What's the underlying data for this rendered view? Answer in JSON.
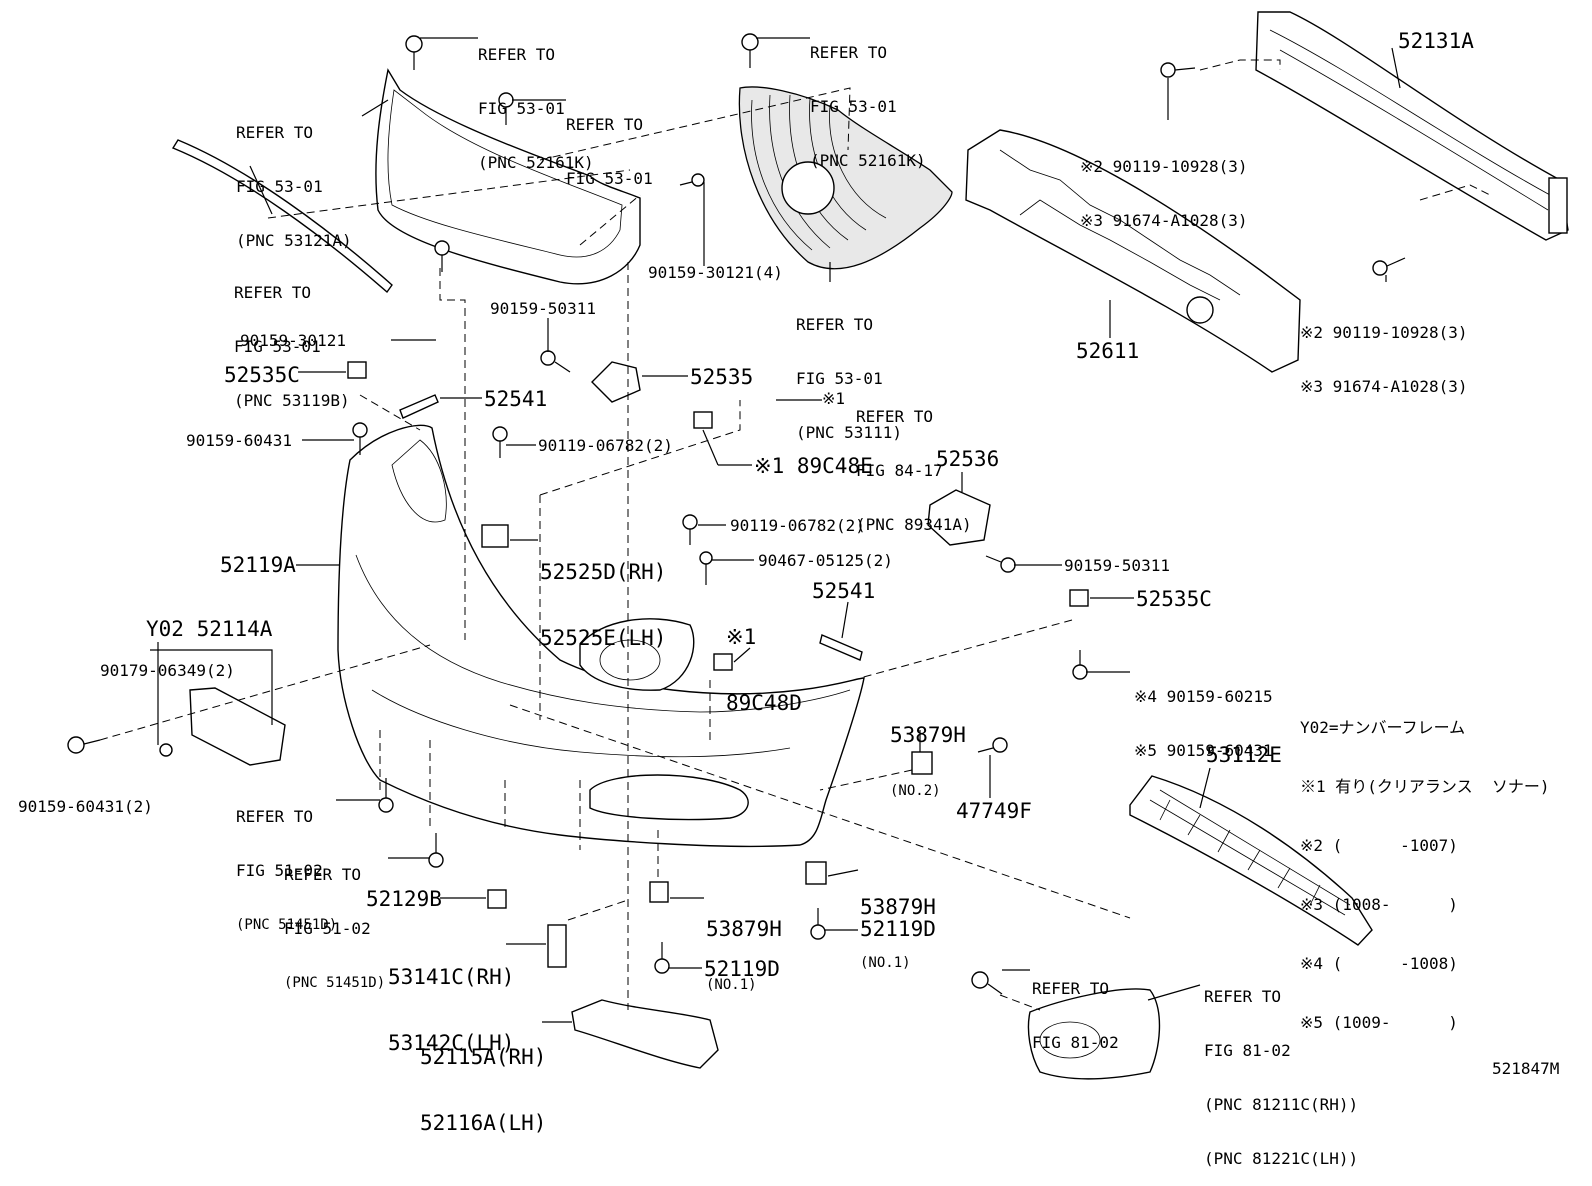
{
  "labels": {
    "ref_5301_k_top": [
      "REFER TO",
      "FIG 53-01",
      "(PNC 52161K)"
    ],
    "ref_5301_k_top2": [
      "REFER TO",
      "FIG 53-01",
      "(PNC 52161K)"
    ],
    "ref_5301_121a": [
      "REFER TO",
      "FIG 53-01",
      "(PNC 53121A)"
    ],
    "ref_5301_plain": [
      "REFER TO",
      "FIG 53-01"
    ],
    "ref_5301_119b": [
      "REFER TO",
      "FIG 53-01",
      "(PNC 53119B)"
    ],
    "ref_5301_111": [
      "REFER TO",
      "FIG 53-01",
      "(PNC 53111)"
    ],
    "ref_8417": [
      "REFER TO",
      "FIG 84-17",
      "(PNC 89341A)"
    ],
    "ref_5102_a": [
      "REFER TO",
      "FIG 51-02",
      "(PNC 51451D)"
    ],
    "ref_5102_b": [
      "REFER TO",
      "FIG 51-02",
      "(PNC 51451D)"
    ],
    "ref_8102_a": [
      "REFER TO",
      "FIG 81-02"
    ],
    "ref_8102_b": [
      "REFER TO",
      "FIG 81-02",
      "(PNC 81211C(RH))",
      "(PNC 81221C(LH))"
    ],
    "p52131A": "52131A",
    "bolt_top": [
      "※2 90119-10928(3)",
      "※3 91674-A1028(3)"
    ],
    "bolt_mid": [
      "※2 90119-10928(3)",
      "※3 91674-A1028(3)"
    ],
    "p52611": "52611",
    "p90159_30121_4": "90159-30121(4)",
    "p90159_50311_a": "90159-50311",
    "p90159_30121": "90159-30121",
    "p52535C_a": "52535C",
    "p52535": "52535",
    "p52541_a": "52541",
    "p90159_60431": "90159-60431",
    "p90119_06782_a": "90119-06782(2)",
    "p89C48E": "※1 89C48E",
    "p52536": "52536",
    "p52525": [
      "52525D(RH)",
      "52525E(LH)"
    ],
    "p90119_06782_b": "90119-06782(2)",
    "p90467": "90467-05125(2)",
    "p52119A": "52119A",
    "p90159_50311_b": "90159-50311",
    "p89C48D": [
      "※1",
      "89C48D"
    ],
    "p52541_b": "52541",
    "p52535C_b": "52535C",
    "p52114A": "Y02 52114A",
    "p90179": "90179-06349(2)",
    "p90159_60215": [
      "※4 90159-60215",
      "※5 90159-60431"
    ],
    "p53879H_no2": [
      "53879H",
      "(NO.2)"
    ],
    "legend": [
      "Y02=ナンバーフレーム",
      "※1 有り(クリアランス  ソナー)",
      "※2 (      -1007)",
      "※3 (1008-      )",
      "※4 (      -1008)",
      "※5 (1009-      )"
    ],
    "p90159_60431_2": "90159-60431(2)",
    "p47749F": "47749F",
    "p53112E": "53112E",
    "p52129B": "52129B",
    "p53879H_no1_a": [
      "53879H",
      "(NO.1)"
    ],
    "p53879H_no1_b": [
      "53879H",
      "(NO.1)"
    ],
    "p52119D_a": "52119D",
    "p53141C": [
      "53141C(RH)",
      "53142C(LH)"
    ],
    "p52119D_b": "52119D",
    "p52115A": [
      "52115A(RH)",
      "52116A(LH)"
    ],
    "figure_id": "521847M"
  }
}
